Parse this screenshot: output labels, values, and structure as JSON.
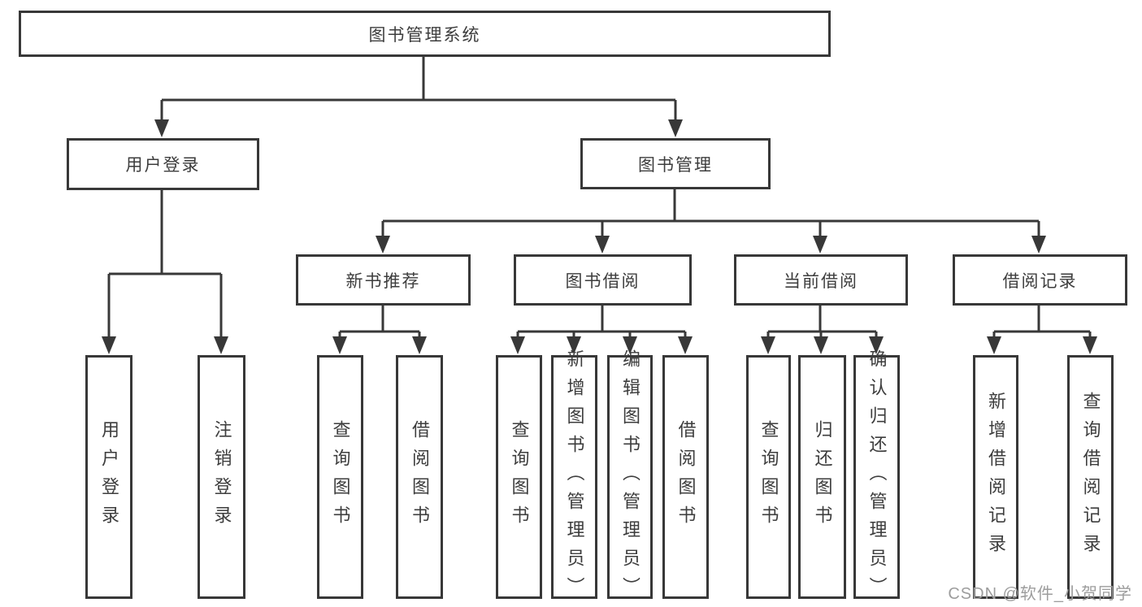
{
  "diagram": {
    "root": {
      "label": "图书管理系统"
    },
    "level2": [
      {
        "label": "用户登录"
      },
      {
        "label": "图书管理"
      }
    ],
    "level3": [
      {
        "label": "新书推荐"
      },
      {
        "label": "图书借阅"
      },
      {
        "label": "当前借阅"
      },
      {
        "label": "借阅记录"
      }
    ],
    "level4": [
      {
        "label": "用户登录"
      },
      {
        "label": "注销登录"
      },
      {
        "label": "查询图书"
      },
      {
        "label": "借阅图书"
      },
      {
        "label": "查询图书"
      },
      {
        "label": "新增图书（管理员）"
      },
      {
        "label": "编辑图书（管理员）"
      },
      {
        "label": "借阅图书"
      },
      {
        "label": "查询图书"
      },
      {
        "label": "归还图书"
      },
      {
        "label": "确认归还（管理员）"
      },
      {
        "label": "新增借阅记录"
      },
      {
        "label": "查询借阅记录"
      }
    ]
  },
  "watermark": {
    "text": "CSDN @软件_小贺同学"
  },
  "colors": {
    "line": "#383838",
    "text": "#3d3d3d",
    "watermark": "#9d9d9d",
    "background": "#ffffff"
  }
}
